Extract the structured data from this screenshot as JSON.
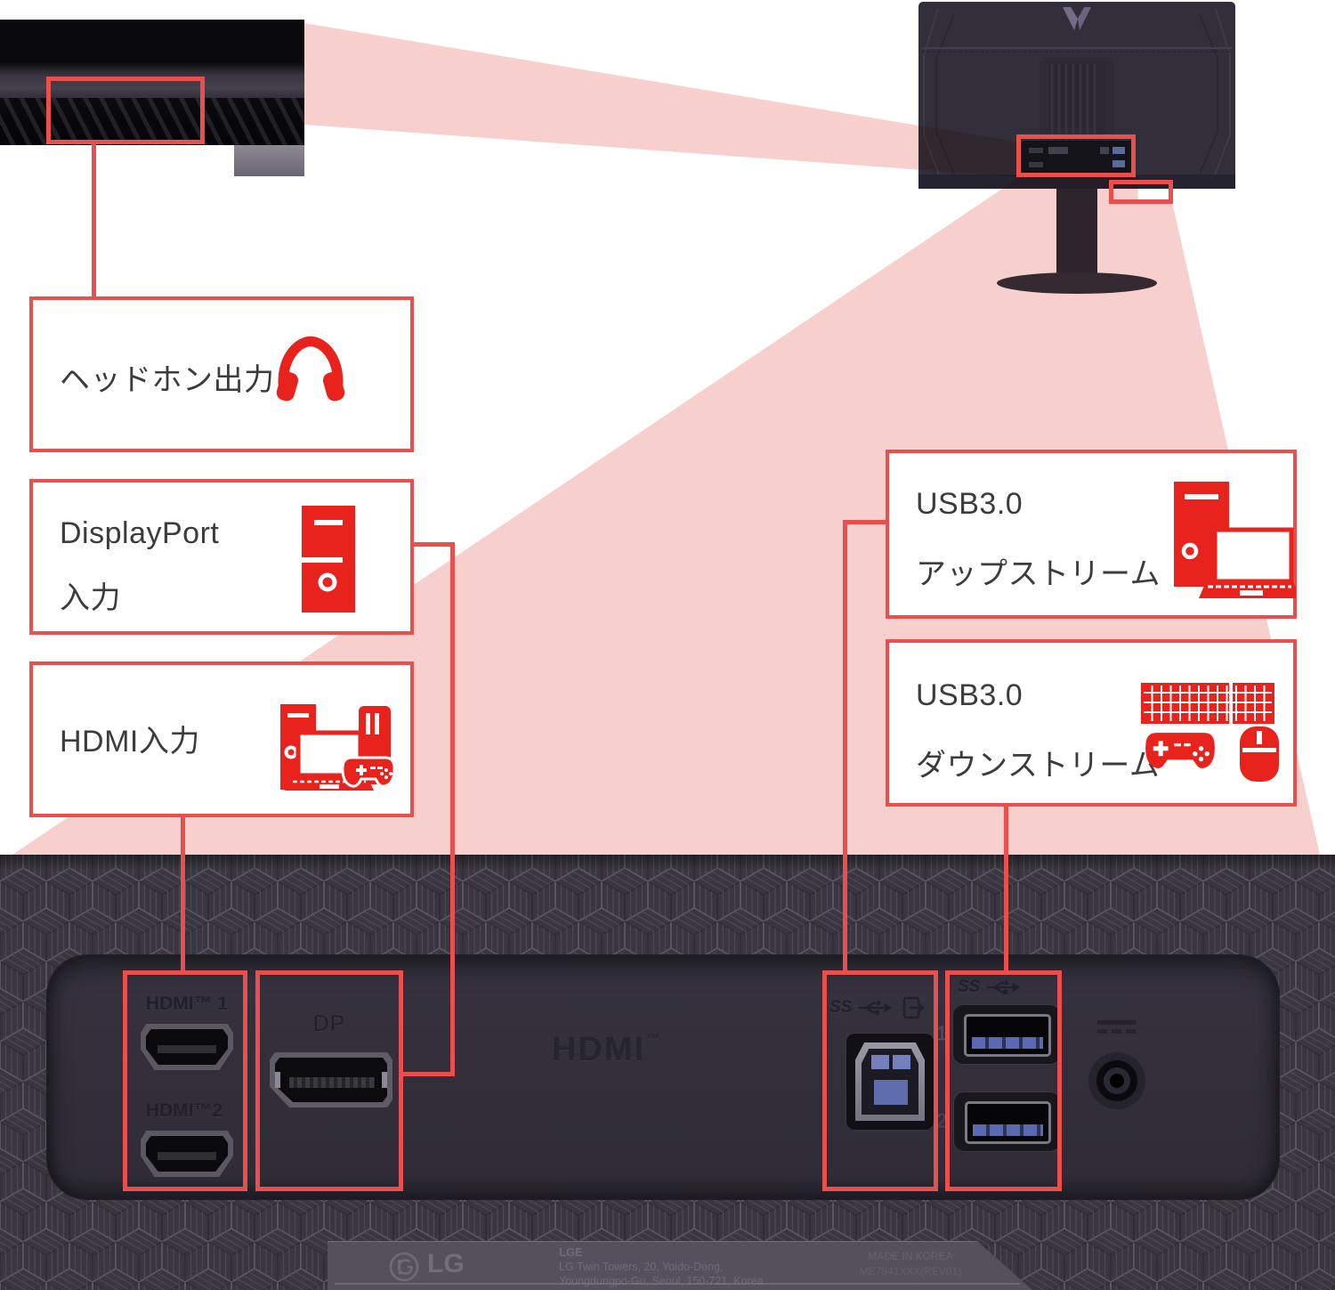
{
  "page": {
    "background": "#ffffff",
    "accent_red": "#e9504d",
    "icon_red": "#e8231e",
    "beam_pink": "#f7d0cd",
    "panel_dark": "#39363f"
  },
  "callouts": {
    "headphone": {
      "label": "ヘッドホン出力",
      "icon": "headphones-icon"
    },
    "displayport": {
      "line1": "DisplayPort",
      "line2": "入力",
      "icon": "pc-tower-icon"
    },
    "hdmi": {
      "label": "HDMI入力",
      "icons": [
        "pc-tower-icon",
        "laptop-icon",
        "game-console-icon",
        "gamepad-icon"
      ]
    },
    "usb_upstream": {
      "line1": "USB3.0",
      "line2": "アップストリーム",
      "icons": [
        "pc-tower-icon",
        "laptop-icon"
      ]
    },
    "usb_downstream": {
      "line1": "USB3.0",
      "line2": "ダウンストリーム",
      "icons": [
        "keyboard-icon",
        "gamepad-icon",
        "mouse-icon"
      ]
    }
  },
  "panel": {
    "hdmi1_label": "HDMI™ 1",
    "hdmi2_label": "HDMI™2",
    "dp_label": "DP",
    "hdmi_logo": "HDMI",
    "hdmi_logo_tm": "™",
    "usb_b_ss": "SS",
    "usb_a_ss": "SS",
    "usb_a_port1": "1",
    "usb_a_port2": "2"
  },
  "plate": {
    "brand": "LG",
    "line1": "LGE",
    "line2": "LG Twin Towers, 20, Yoido-Dong,",
    "line3": "Youngdungpo-Gu, Seoul, 150-721, Korea",
    "made_in": "MADE IN KOREA",
    "model": "ME7841XXX(REV01)"
  }
}
